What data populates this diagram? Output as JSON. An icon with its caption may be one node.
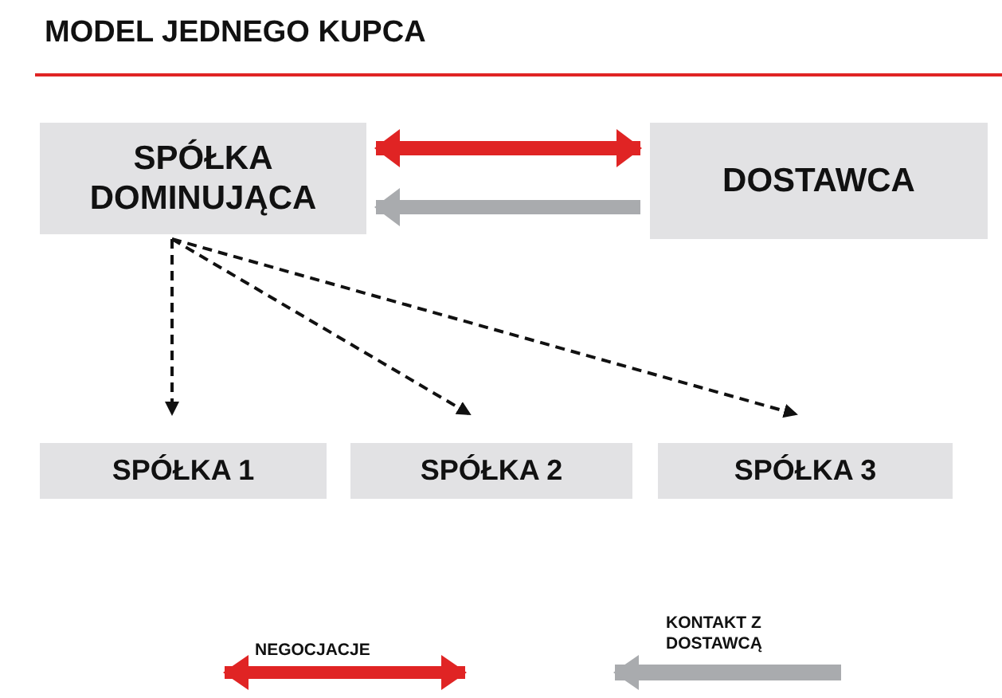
{
  "diagram": {
    "title": "MODEL JEDNEGO KUPCA",
    "nodes": [
      {
        "text": [
          "SPÓŁKA DOMINUJĄCA"
        ]
      },
      {
        "text": [
          "DOSTAWCA"
        ]
      },
      {
        "text": [
          "SPÓŁKA 1"
        ]
      },
      {
        "text": [
          "SPÓŁKA 2"
        ]
      },
      {
        "text": [
          "SPÓŁKA 3"
        ]
      }
    ],
    "edges": [
      {
        "from": 0,
        "to": 1,
        "arrow": "both",
        "style": "thick",
        "color": "#e02424"
      },
      {
        "from": 1,
        "to": 0,
        "arrow": "to",
        "style": "thick",
        "color": "#a9abae"
      },
      {
        "from": 0,
        "to": 2,
        "arrow": "to",
        "style": "dashed"
      },
      {
        "from": 0,
        "to": 3,
        "arrow": "to",
        "style": "dashed"
      },
      {
        "from": 0,
        "to": 4,
        "arrow": "to",
        "style": "dashed"
      }
    ],
    "legend": [
      {
        "text": "NEGOCJACJE"
      },
      {
        "text": "KONTAKT Z DOSTAWCĄ"
      }
    ]
  }
}
